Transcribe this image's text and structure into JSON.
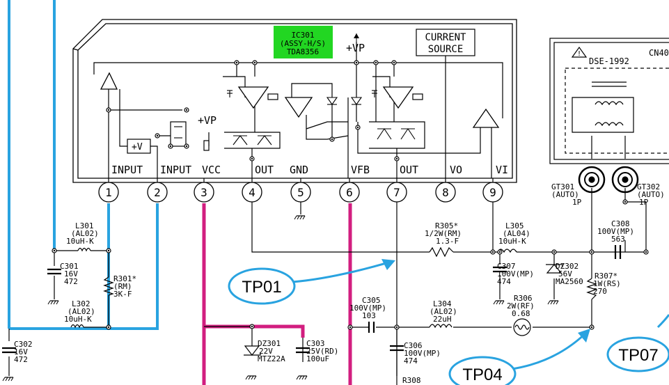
{
  "ic": {
    "ref": "IC301",
    "assy": "(ASSY-H/S)",
    "part": "TDA8356",
    "current_source_1": "CURRENT",
    "current_source_2": "SOURCE",
    "vp_label": "+VP",
    "vp_label2": "+VP",
    "v_label": "+V"
  },
  "pins": [
    {
      "num": "1",
      "name": "INPUT"
    },
    {
      "num": "2",
      "name": "INPUT"
    },
    {
      "num": "3",
      "name": "VCC"
    },
    {
      "num": "4",
      "name": "OUT"
    },
    {
      "num": "5",
      "name": "GND"
    },
    {
      "num": "6",
      "name": "VFB"
    },
    {
      "num": "7",
      "name": "OUT"
    },
    {
      "num": "8",
      "name": "VO"
    },
    {
      "num": "9",
      "name": "VI"
    }
  ],
  "components": {
    "l301": [
      "L301",
      "(AL02)",
      "10uH-K"
    ],
    "c301": [
      "C301",
      "16V",
      "472"
    ],
    "r301": [
      "R301*",
      "(RM)",
      "3K-F"
    ],
    "l302": [
      "L302",
      "(AL02)",
      "10uH-K"
    ],
    "c302": [
      "C302",
      "16V",
      "472"
    ],
    "r305": [
      "R305*",
      "1/2W(RM)",
      "1.3-F"
    ],
    "l305": [
      "L305",
      "(AL04)",
      "10uH-K"
    ],
    "c307": [
      "C307",
      "100V(MP)",
      "474"
    ],
    "dz302": [
      "DZ302",
      "56V",
      "MA2560"
    ],
    "r307": [
      "R307*",
      "1W(RS)",
      "270"
    ],
    "c308": [
      "C308",
      "100V(MP)",
      "563"
    ],
    "c305": [
      "C305",
      "100V(MP)",
      "103"
    ],
    "l304": [
      "L304",
      "(AL02)",
      "22uH"
    ],
    "r306": [
      "R306",
      "2W(RF)",
      "0.68"
    ],
    "c306": [
      "C306",
      "100V(MP)",
      "474"
    ],
    "r308": "R308",
    "dz301": [
      "DZ301",
      "22V",
      "MTZ22A"
    ],
    "c303": [
      "C303",
      "25V(RD)",
      "100uF"
    ],
    "cn40": "CN40",
    "dse": "DSE-1992",
    "gt301": [
      "GT301",
      "(AUTO)",
      "1P"
    ],
    "gt302": [
      "GT302",
      "(AUTO)",
      "1P"
    ]
  },
  "test_points": {
    "tp01": "TP01",
    "tp04": "TP04",
    "tp07": "TP07"
  },
  "colors": {
    "ic_highlight": "#22d622",
    "blue_trace": "#29a3e0",
    "magenta_trace": "#d21e7f"
  }
}
